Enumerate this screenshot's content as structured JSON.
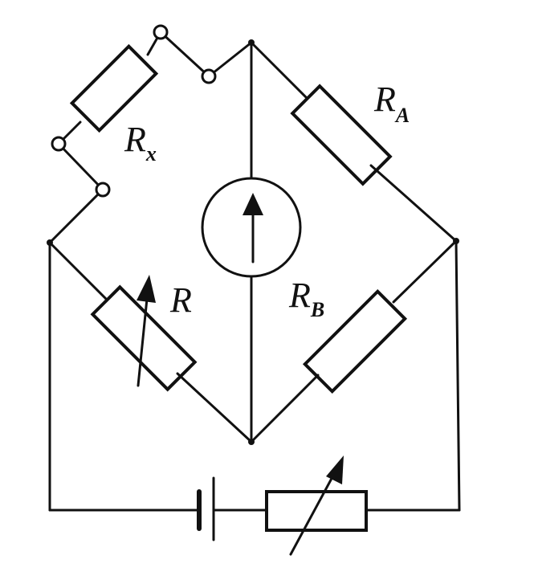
{
  "labels": {
    "rx": {
      "main": "R",
      "sub": "x"
    },
    "ra": {
      "main": "R",
      "sub": "A"
    },
    "rb": {
      "main": "R",
      "sub": "B"
    },
    "r": {
      "main": "R",
      "sub": ""
    }
  },
  "icons": {
    "galvanometer": "galvanometer-icon",
    "battery": "battery-icon",
    "variable_resistor": "variable-resistor-icon"
  },
  "colors": {
    "ink": "#111111",
    "background": "#ffffff"
  }
}
